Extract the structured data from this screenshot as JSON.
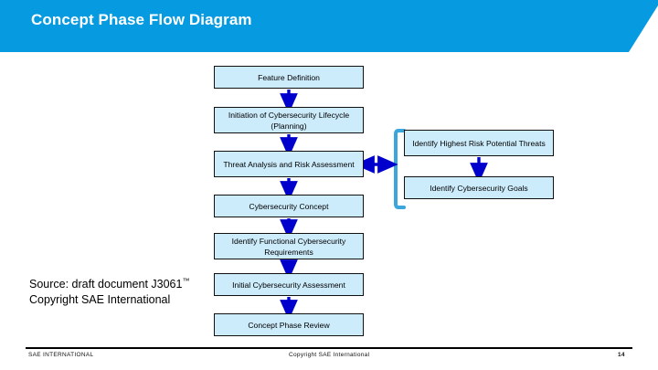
{
  "header": {
    "title": "Concept Phase Flow Diagram",
    "background_color": "#069BE0",
    "text_color": "#FFFFFF"
  },
  "diagram": {
    "box_fill_color": "#CCEBFB",
    "box_border_color": "#111111",
    "arrow_color": "#0000CC",
    "bracket_color": "#3AA6DC",
    "main_flow": [
      {
        "id": "feature-definition",
        "label": "Feature Definition"
      },
      {
        "id": "initiation-lifecycle",
        "label": "Initiation of Cybersecurity Lifecycle (Planning)"
      },
      {
        "id": "threat-analysis",
        "label": "Threat Analysis and Risk Assessment"
      },
      {
        "id": "cybersecurity-concept",
        "label": "Cybersecurity Concept"
      },
      {
        "id": "functional-requirements",
        "label": "Identify Functional Cybersecurity Requirements"
      },
      {
        "id": "initial-assessment",
        "label": "Initial Cybersecurity Assessment"
      },
      {
        "id": "concept-phase-review",
        "label": "Concept Phase Review"
      }
    ],
    "side_flow": [
      {
        "id": "highest-risk-threats",
        "label": "Identify Highest Risk Potential Threats"
      },
      {
        "id": "cybersecurity-goals",
        "label": "Identify Cybersecurity Goals"
      }
    ]
  },
  "source": {
    "line1_prefix": "Source: draft document J3061",
    "line1_trademark": "™",
    "line2": "Copyright SAE International"
  },
  "footer": {
    "left": "SAE INTERNATIONAL",
    "center": "Copyright SAE International",
    "page_number": "14"
  }
}
